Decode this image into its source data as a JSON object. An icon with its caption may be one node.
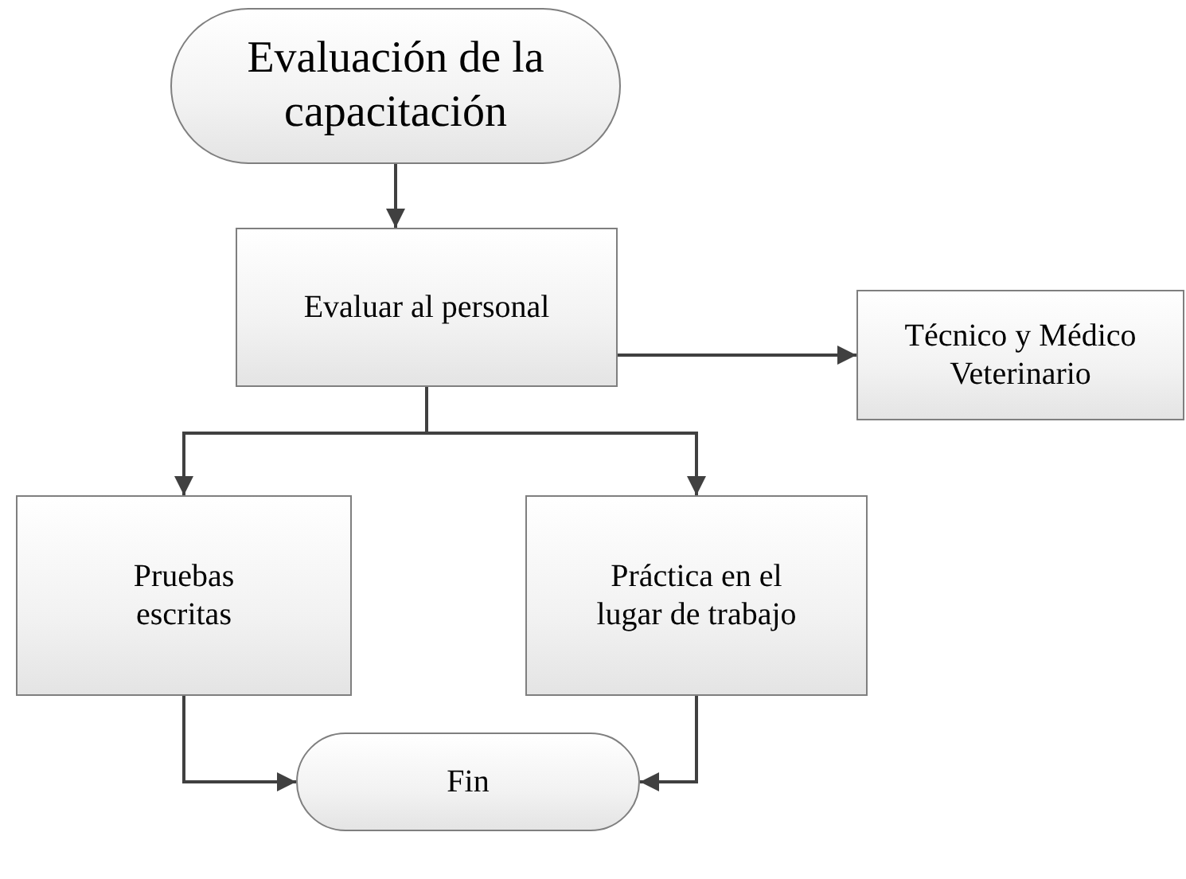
{
  "diagram": {
    "nodes": [
      {
        "text": [
          "Evaluación de la capacitación"
        ]
      },
      {
        "text": [
          "Evaluar al personal"
        ]
      },
      {
        "text": [
          "Técnico y Médico Veterinario"
        ]
      },
      {
        "text": [
          "Pruebas escritas"
        ]
      },
      {
        "text": [
          "Práctica en el lugar de trabajo"
        ]
      },
      {
        "text": [
          "Fin"
        ]
      }
    ],
    "edges": [
      {
        "from": 0,
        "to": 1,
        "arrow": "to"
      },
      {
        "from": 1,
        "to": 2,
        "arrow": "to"
      },
      {
        "from": 1,
        "to": 3,
        "arrow": "to"
      },
      {
        "from": 1,
        "to": 4,
        "arrow": "to"
      },
      {
        "from": 3,
        "to": 5,
        "arrow": "to"
      },
      {
        "from": 4,
        "to": 5,
        "arrow": "to"
      }
    ]
  }
}
